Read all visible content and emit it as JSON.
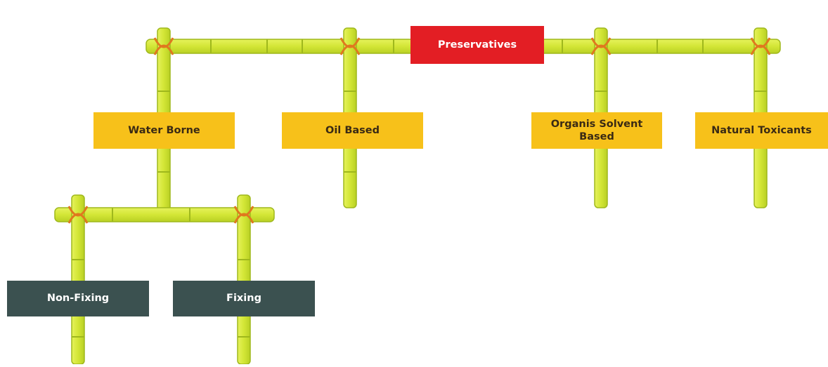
{
  "diagram": {
    "root": {
      "label": "Preservatives"
    },
    "categories": [
      {
        "label": "Water Borne"
      },
      {
        "label": "Oil Based"
      },
      {
        "label": "Organis Solvent Based"
      },
      {
        "label": "Natural Toxicants"
      }
    ],
    "water_borne_types": [
      {
        "label": "Non-Fixing"
      },
      {
        "label": "Fixing"
      }
    ],
    "colors": {
      "root_box": "#e31e24",
      "category_box": "#f7c11a",
      "subtype_box": "#3b5150",
      "bamboo": "#d6e83a",
      "bamboo_node": "#9fb81c",
      "rope": "#e0781e"
    }
  }
}
